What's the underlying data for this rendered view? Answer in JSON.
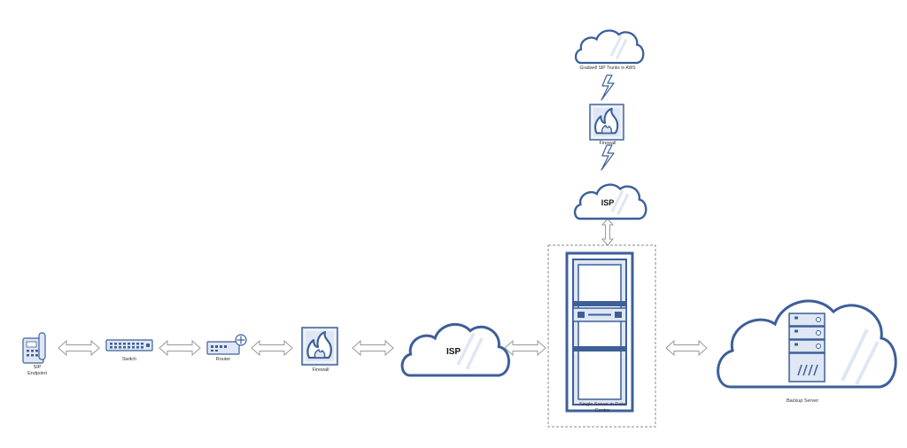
{
  "colors": {
    "stroke": "#3d5f99",
    "fill": "#dfe7f4",
    "cloud_fill": "#ffffff",
    "arrow": "#999999",
    "dash": "#888888"
  },
  "nodes": {
    "sip_endpoint": {
      "label": "SIP\nEndpoint",
      "icon": "desk-phone-icon"
    },
    "switch": {
      "label": "Switch",
      "icon": "network-switch-icon"
    },
    "router": {
      "label": "Router",
      "icon": "router-icon"
    },
    "firewall_left": {
      "label": "Firewall",
      "icon": "firewall-icon"
    },
    "isp_main": {
      "label": "ISP",
      "icon": "cloud-icon"
    },
    "server_rack": {
      "label": "Single Server in Data\nCentre",
      "icon": "server-rack-icon"
    },
    "backup_server": {
      "label": "Backup Server",
      "icon": "cloud-server-icon"
    },
    "isp_top": {
      "label": "ISP",
      "icon": "cloud-icon"
    },
    "firewall_top": {
      "label": "Firewall",
      "icon": "firewall-icon"
    },
    "gradwell_cloud": {
      "label": "Gradwell SIP Trunks in AWS",
      "icon": "cloud-icon"
    }
  },
  "connections": [
    {
      "from": "sip_endpoint",
      "to": "switch",
      "kind": "double-arrow"
    },
    {
      "from": "switch",
      "to": "router",
      "kind": "double-arrow"
    },
    {
      "from": "router",
      "to": "firewall_left",
      "kind": "double-arrow"
    },
    {
      "from": "firewall_left",
      "to": "isp_main",
      "kind": "double-arrow"
    },
    {
      "from": "isp_main",
      "to": "server_rack",
      "kind": "double-arrow"
    },
    {
      "from": "server_rack",
      "to": "backup_server",
      "kind": "double-arrow"
    },
    {
      "from": "server_rack",
      "to": "isp_top",
      "kind": "double-arrow"
    },
    {
      "from": "isp_top",
      "to": "firewall_top",
      "kind": "lightning"
    },
    {
      "from": "firewall_top",
      "to": "gradwell_cloud",
      "kind": "lightning"
    }
  ]
}
